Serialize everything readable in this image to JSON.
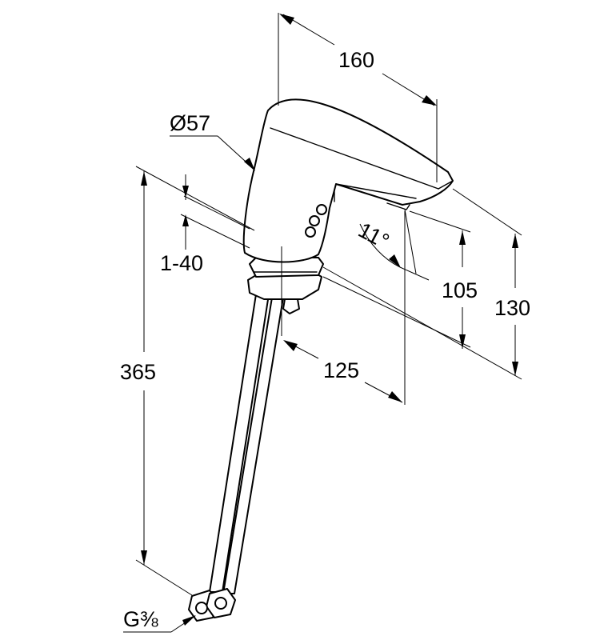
{
  "dimensions": {
    "width_top": "160",
    "diameter": "Ø57",
    "adjust_range": "1-40",
    "spout_angle": "11°",
    "outlet_height": "105",
    "total_height": "130",
    "projection": "125",
    "hose_length": "365",
    "connection_thread": "G⅜"
  }
}
